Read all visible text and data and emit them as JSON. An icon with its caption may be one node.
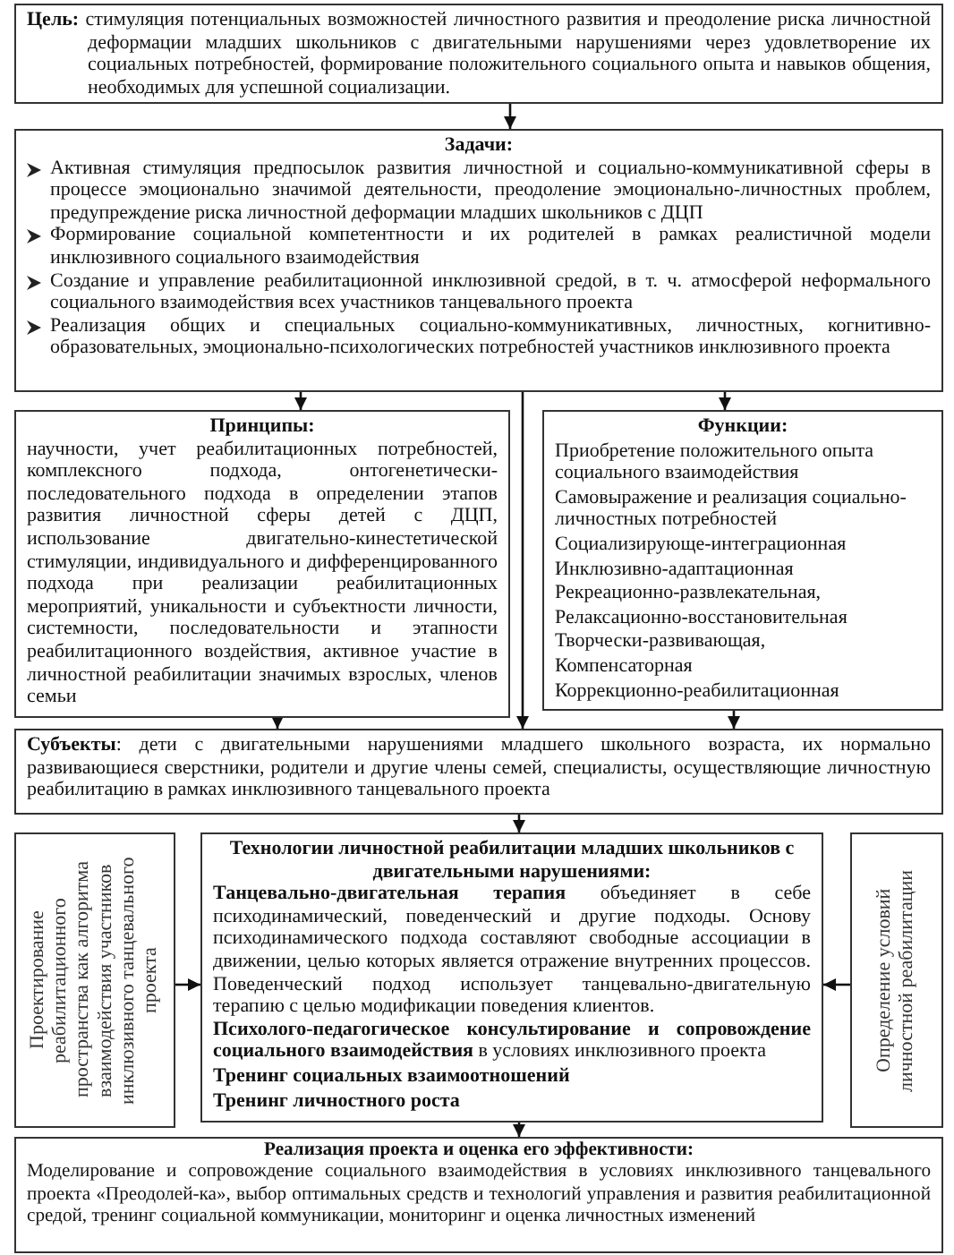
{
  "diagram": {
    "nodes": [
      {
        "text": [
          "**Цель:** стимуляция потенциальных возможностей личностного развития и преодоление риска личностной деформации младших школьников с двигательными нарушениями через удовлетворение их социальных потребностей, формирование положительного социального опыта и навыков общения, необходимых для успешной социализации."
        ]
      },
      {
        "text": [
          "Задачи:",
          "Активная стимуляция предпосылок развития личностной и социально-коммуникативной сферы в процессе эмоционально значимой деятельности, преодоление эмоционально-личностных проблем, предупреждение риска личностной деформации младших школьников с ДЦП",
          "Формирование социальной компетентности и их родителей в рамках реалистичной модели инклюзивного социального взаимодействия",
          "Создание и управление реабилитационной инклюзивной средой, в т. ч. атмосферой неформального социального взаимодействия всех участников танцевального проекта",
          "Реализация общих и специальных социально-коммуникативных, личностных, когнитивно-образовательных, эмоционально-психологических потребностей участников инклюзивного проекта"
        ]
      },
      {
        "text": [
          "Принципы:",
          "научности, учет реабилитационных потребностей, комплексного подхода, онтогенетически-последовательного подхода в определении этапов развития личностной сферы детей с ДЦП, использование двигательно-кинестетической стимуляции, индивидуального и дифференцированного подхода при реализации реабилитационных мероприятий, уникальности и субъектности личности, системности, последовательности и этапности реабилитационного воздействия, активное участие в личностной реабилитации значимых взрослых, членов семьи"
        ]
      },
      {
        "text": [
          "Функции:",
          "Приобретение положительного опыта социального взаимодействия",
          "Самовыражение и реализация социально-личностных потребностей",
          "Социализирующе-интеграционная",
          "Инклюзивно-адаптационная",
          "Рекреационно-развлекательная,",
          "Релаксационно-восстановительная",
          "Творчески-развивающая,",
          "Компенсаторная",
          "Коррекционно-реабилитационная"
        ]
      },
      {
        "text": [
          "**Субъекты**: дети с двигательными нарушениями младшего школьного возраста, их нормально развивающиеся сверстники, родители и другие члены семей, специалисты, осуществляющие личностную реабилитацию в рамках инклюзивного танцевального проекта"
        ]
      },
      {
        "text": [
          "Проектирование реабилитационного пространства как алгоритма взаимодействия участников инклюзивного танцевального проекта"
        ]
      },
      {
        "text": [
          "Технологии личностной реабилитации младших школьников с двигательными нарушениями:",
          "**Танцевально-двигательная терапия** объединяет в себе психодинамический, поведенческий и другие подходы. Основу психодинамического подхода составляют свободные ассоциации в движении, целью которых является отражение внутренних процессов. Поведенческий подход использует танцевально-двигательную терапию с целью модификации поведения клиентов.",
          "**Психолого-педагогическое консультирование и сопровождение социального взаимодействия** в условиях инклюзивного проекта",
          "Тренинг социальных взаимоотношений",
          "Тренинг личностного роста"
        ]
      },
      {
        "text": [
          "Определение условий личностной реабилитации"
        ]
      },
      {
        "text": [
          "Реализация проекта и оценка его эффективности:",
          "Моделирование и сопровождение социального взаимодействия в условиях инклюзивного танцевального проекта «Преодолей-ка», выбор оптимальных средств и технологий управления и развития реабилитационной средой, тренинг социальной коммуникации, мониторинг и оценка личностных изменений"
        ]
      }
    ],
    "edges": [
      {
        "from": 0,
        "to": 1,
        "arrow": "to"
      },
      {
        "from": 1,
        "to": 2,
        "arrow": "to"
      },
      {
        "from": 1,
        "to": 3,
        "arrow": "to"
      },
      {
        "from": 1,
        "to": 4,
        "arrow": "to"
      },
      {
        "from": 2,
        "to": 4,
        "arrow": "to"
      },
      {
        "from": 3,
        "to": 4,
        "arrow": "to"
      },
      {
        "from": 4,
        "to": 6,
        "arrow": "to"
      },
      {
        "from": 5,
        "to": 6,
        "arrow": "to"
      },
      {
        "from": 7,
        "to": 6,
        "arrow": "to"
      },
      {
        "from": 6,
        "to": 8,
        "arrow": "to"
      }
    ]
  }
}
